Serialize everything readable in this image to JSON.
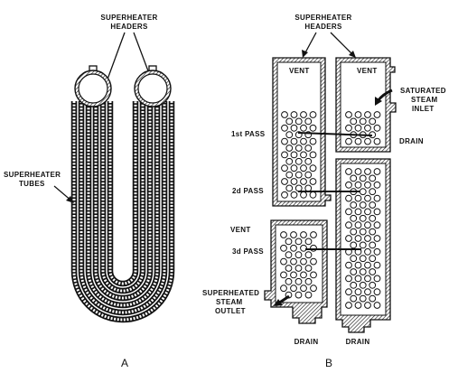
{
  "panel_a": {
    "header_label_1": "SUPERHEATER",
    "header_label_2": "HEADERS",
    "tubes_label_1": "SUPERHEATER",
    "tubes_label_2": "TUBES",
    "caption": "A"
  },
  "panel_b": {
    "header_label_1": "SUPERHEATER",
    "header_label_2": "HEADERS",
    "vent_left": "VENT",
    "vent_right": "VENT",
    "vent_lower": "VENT",
    "inlet_1": "SATURATED",
    "inlet_2": "STEAM",
    "inlet_3": "INLET",
    "drain_right": "DRAIN",
    "drain_bottom_left": "DRAIN",
    "drain_bottom_right": "DRAIN",
    "pass_1": "1st PASS",
    "pass_2": "2d PASS",
    "pass_3": "3d PASS",
    "outlet_1": "SUPERHEATED",
    "outlet_2": "STEAM",
    "outlet_3": "OUTLET",
    "caption": "B"
  },
  "colors": {
    "ink": "#111111",
    "paper": "#ffffff"
  }
}
